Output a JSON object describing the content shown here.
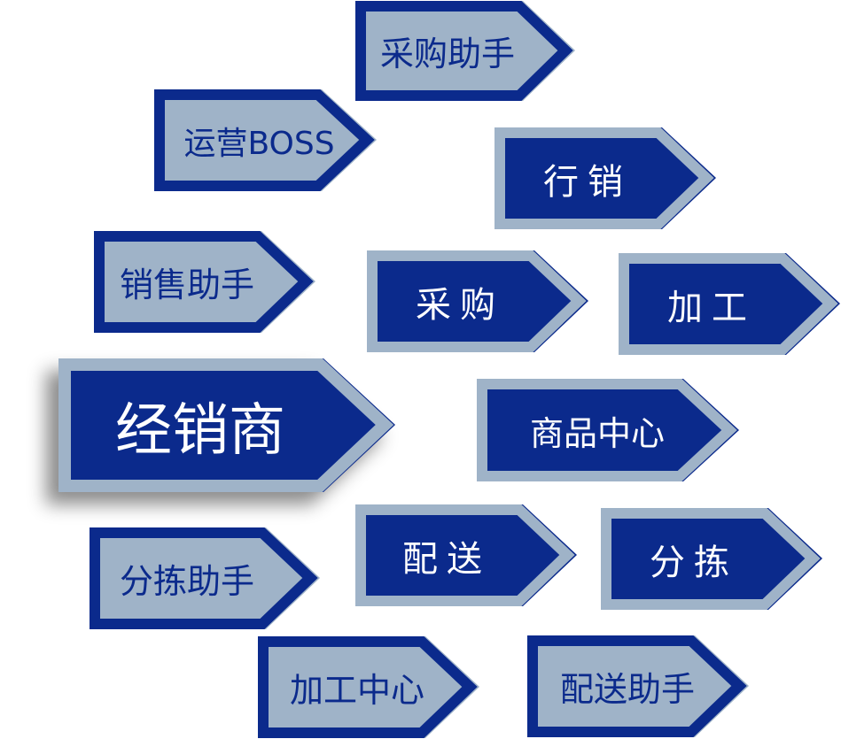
{
  "colors": {
    "navy": "#0b2a8c",
    "steel": "#9fb3c8",
    "text_on_navy": "#ffffff",
    "text_on_steel": "#0b2a8c"
  },
  "center_node": {
    "label": "经销商"
  },
  "nodes": [
    {
      "label": "采购助手"
    },
    {
      "label": "运营BOSS"
    },
    {
      "label": "行销"
    },
    {
      "label": "销售助手"
    },
    {
      "label": "采购"
    },
    {
      "label": "加工"
    },
    {
      "label": "商品中心"
    },
    {
      "label": "分拣助手"
    },
    {
      "label": "配送"
    },
    {
      "label": "分拣"
    },
    {
      "label": "加工中心"
    },
    {
      "label": "配送助手"
    }
  ]
}
